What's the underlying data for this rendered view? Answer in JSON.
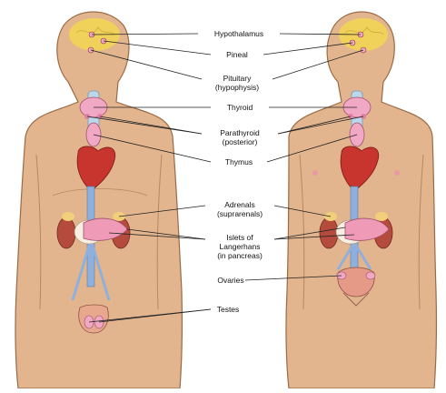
{
  "labels": {
    "hypothalamus": "Hypothalamus",
    "pineal": "Pineal",
    "pituitary": "Pituitary",
    "pituitary_sub": "(hypophysis)",
    "thyroid": "Thyroid",
    "parathyroid": "Parathyroid",
    "parathyroid_sub": "(posterior)",
    "thymus": "Thymus",
    "adrenals": "Adrenals",
    "adrenals_sub": "(suprarenals)",
    "islets": "Islets of",
    "islets_2": "Langerhans",
    "islets_sub": "(in pancreas)",
    "ovaries": "Ovaries",
    "testes": "Testes"
  },
  "colors": {
    "skin": "#e2b58e",
    "skin_outline": "#9a6a44",
    "brain": "#f0d25a",
    "gland": "#f1a8c4",
    "heart": "#c8342e",
    "kidney": "#b44b3c",
    "vessel_blue": "#8fb0dc",
    "pancreas": "#ef9bb8",
    "leader": "#222222"
  }
}
